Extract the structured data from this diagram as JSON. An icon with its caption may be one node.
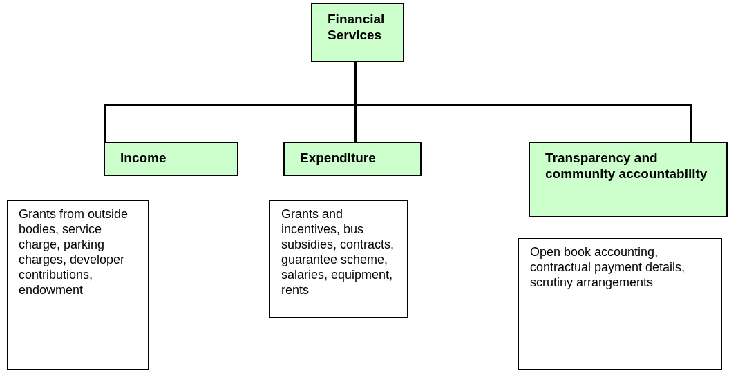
{
  "diagram": {
    "nodes": [
      {
        "text": [
          "Financial Services"
        ]
      },
      {
        "text": [
          "Income"
        ]
      },
      {
        "text": [
          "Expenditure"
        ]
      },
      {
        "text": [
          "Transparency and community accountability"
        ]
      },
      {
        "text": [
          "Grants from outside bodies, service charge, parking charges, developer contributions, endowment"
        ]
      },
      {
        "text": [
          "Grants and incentives, bus subsidies, contracts, guarantee scheme, salaries, equipment, rents"
        ]
      },
      {
        "text": [
          "Open book accounting, contractual payment details, scrutiny arrangements"
        ]
      }
    ],
    "edges": [
      {
        "from": 0,
        "to": 1,
        "arrow": "none"
      },
      {
        "from": 0,
        "to": 2,
        "arrow": "none"
      },
      {
        "from": 0,
        "to": 3,
        "arrow": "none"
      }
    ]
  }
}
